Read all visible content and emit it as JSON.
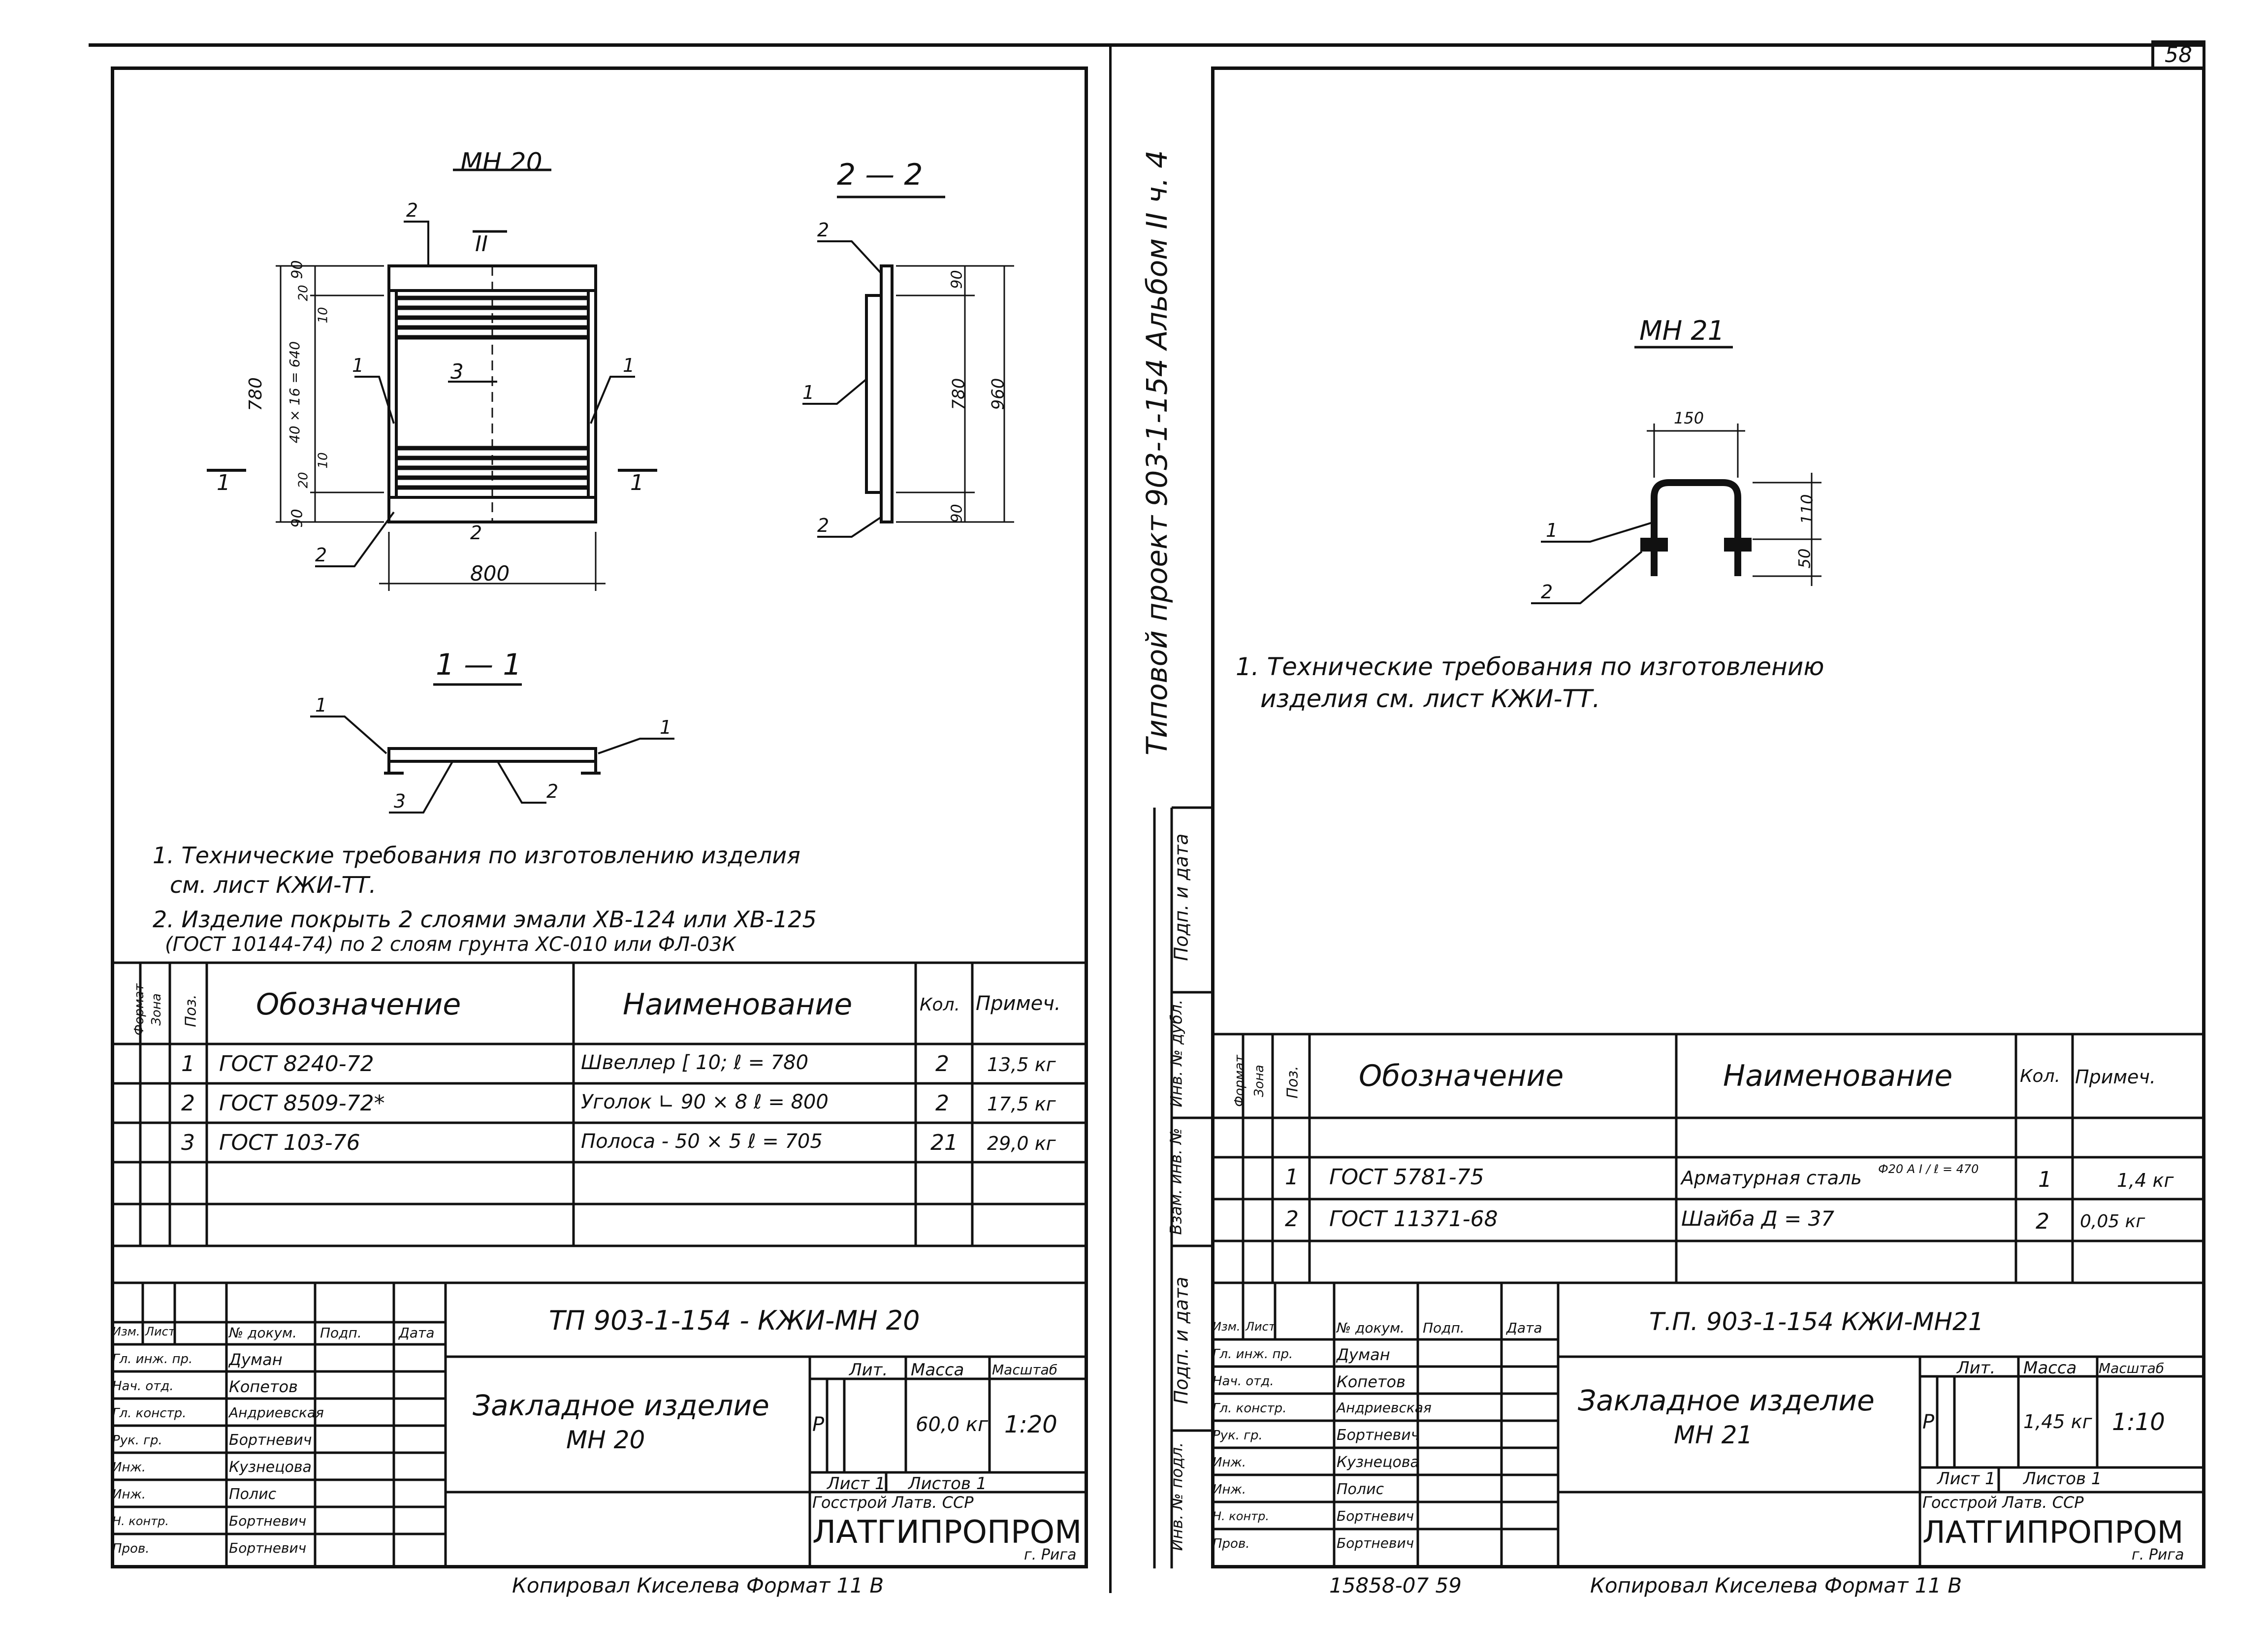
{
  "page_number": "58",
  "side_stamp": {
    "project": "Типовой проект 903-1-154 Альбом II ч. 4",
    "cells": [
      "Подп. и дата",
      "Инв. № дубл.",
      "Взам. инв. №",
      "Подп. и дата",
      "Инв. № подл."
    ]
  },
  "left": {
    "drawing_title": "МН 20",
    "section_22_title": "2 — 2",
    "section_11_title": "1 — 1",
    "section_mark": "1",
    "mark_ii": "II",
    "dims_plan": {
      "d90a": "90",
      "d20a": "20",
      "d780": "780",
      "d40": "40 × 16 = 640",
      "d10a": "10",
      "d10b": "10",
      "d20b": "20",
      "d90b": "90",
      "d800": "800"
    },
    "dims_side": {
      "d90a": "90",
      "d780": "780",
      "d960": "960",
      "d90b": "90"
    },
    "callouts": {
      "c1": "1",
      "c2": "2",
      "c3": "3"
    },
    "notes": [
      "1. Технические требования по изготовлению изделия",
      "см. лист КЖИ-ТТ.",
      "2. Изделие покрыть 2 слоями эмали ХВ-124 или ХВ-125",
      "(ГОСТ 10144-74) по 2 слоям грунта ХС-010 или ФЛ-03К"
    ],
    "spec_headers": {
      "format": "Формат",
      "zone": "Зона",
      "pos": "Поз.",
      "designation": "Обозначение",
      "name": "Наименование",
      "qty": "Кол.",
      "note": "Примеч."
    },
    "spec_rows": [
      {
        "pos": "1",
        "designation": "ГОСТ 8240-72",
        "name": "Швеллер [ 10; ℓ = 780",
        "qty": "2",
        "note": "13,5 кг"
      },
      {
        "pos": "2",
        "designation": "ГОСТ 8509-72*",
        "name": "Уголок ∟ 90 × 8    ℓ = 800",
        "qty": "2",
        "note": "17,5 кг"
      },
      {
        "pos": "3",
        "designation": "ГОСТ 103-76",
        "name": "Полоса - 50 × 5   ℓ = 705",
        "qty": "21",
        "note": "29,0 кг"
      }
    ],
    "title_block": {
      "doc_code": "ТП 903-1-154 - КЖИ-МН 20",
      "item_name_1": "Закладное изделие",
      "item_name_2": "МН 20",
      "lit_label": "Лит.",
      "mass_label": "Масса",
      "scale_label": "Масштаб",
      "lit_value": "Р",
      "mass_value": "60,0 кг",
      "scale_value": "1:20",
      "sheet_label": "Лист 1",
      "sheets_label": "Листов 1",
      "org_1": "Госстрой Латв. ССР",
      "org_2": "ЛАТГИПРОПРОМ",
      "org_city": "г. Рига",
      "hdr": [
        "Изм.",
        "Лист",
        "№ докум.",
        "Подп.",
        "Дата"
      ],
      "staff": [
        {
          "role": "Гл. инж. пр.",
          "name": "Думан"
        },
        {
          "role": "Нач. отд.",
          "name": "Копетов"
        },
        {
          "role": "Гл. констр.",
          "name": "Андриевская"
        },
        {
          "role": "Рук. гр.",
          "name": "Бортневич"
        },
        {
          "role": "Инж.",
          "name": "Кузнецова"
        },
        {
          "role": "Инж.",
          "name": "Полис"
        },
        {
          "role": "Н. контр.",
          "name": "Бортневич"
        },
        {
          "role": "Пров.",
          "name": "Бортневич"
        }
      ]
    },
    "footer": "Копировал Киселева    Формат 11 В"
  },
  "right": {
    "drawing_title": "МН 21",
    "dims": {
      "d150": "150",
      "d110": "110",
      "d50": "50"
    },
    "callouts": {
      "c1": "1",
      "c2": "2"
    },
    "notes": [
      "1. Технические требования по изготовлению",
      "изделия см. лист КЖИ-ТТ."
    ],
    "spec_headers": {
      "format": "Формат",
      "zone": "Зона",
      "pos": "Поз.",
      "designation": "Обозначение",
      "name": "Наименование",
      "qty": "Кол.",
      "note": "Примеч."
    },
    "spec_rows": [
      {
        "pos": "1",
        "designation": "ГОСТ 5781-75",
        "name": "Арматурная сталь",
        "name_extra": "Ф20 А I / ℓ = 470",
        "qty": "1",
        "note": "1,4 кг"
      },
      {
        "pos": "2",
        "designation": "ГОСТ 11371-68",
        "name": "Шайба Д = 37",
        "name_extra": "",
        "qty": "2",
        "note": "0,05 кг"
      }
    ],
    "title_block": {
      "doc_code": "Т.П. 903-1-154     КЖИ-МН21",
      "item_name_1": "Закладное изделие",
      "item_name_2": "МН 21",
      "lit_label": "Лит.",
      "mass_label": "Масса",
      "scale_label": "Масштаб",
      "lit_value": "Р",
      "mass_value": "1,45 кг",
      "scale_value": "1:10",
      "sheet_label": "Лист 1",
      "sheets_label": "Листов 1",
      "org_1": "Госстрой Латв. ССР",
      "org_2": "ЛАТГИПРОПРОМ",
      "org_city": "г. Рига",
      "hdr": [
        "Изм.",
        "Лист",
        "№ докум.",
        "Подп.",
        "Дата"
      ],
      "staff": [
        {
          "role": "Гл. инж. пр.",
          "name": "Думан"
        },
        {
          "role": "Нач. отд.",
          "name": "Копетов"
        },
        {
          "role": "Гл. констр.",
          "name": "Андриевская"
        },
        {
          "role": "Рук. гр.",
          "name": "Бортневич"
        },
        {
          "role": "Инж.",
          "name": "Кузнецова"
        },
        {
          "role": "Инж.",
          "name": "Полис"
        },
        {
          "role": "Н. контр.",
          "name": "Бортневич"
        },
        {
          "role": "Пров.",
          "name": "Бортневич"
        }
      ]
    },
    "footer_number": "15858-07  59",
    "footer": "Копировал Киселева    Формат 11 В"
  }
}
